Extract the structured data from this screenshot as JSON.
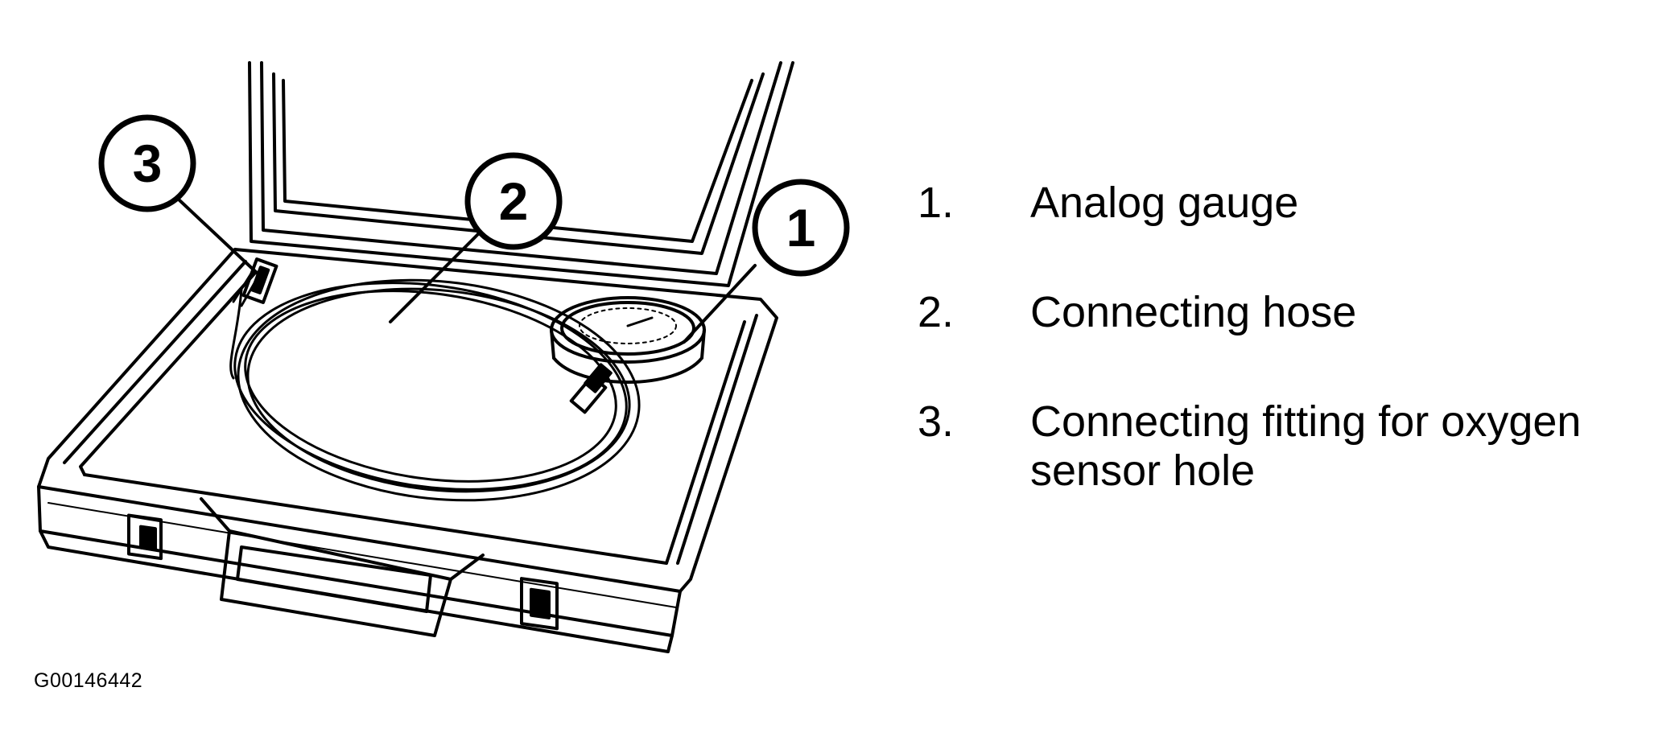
{
  "callouts": [
    {
      "number": "1",
      "target": "analog-gauge"
    },
    {
      "number": "2",
      "target": "connecting-hose"
    },
    {
      "number": "3",
      "target": "connecting-fitting"
    }
  ],
  "legend": [
    {
      "number": "1.",
      "text": "Analog gauge"
    },
    {
      "number": "2.",
      "text": "Connecting hose"
    },
    {
      "number": "3.",
      "text": "Connecting fitting for oxygen sensor hole"
    }
  ],
  "figure_id": "G00146442",
  "colors": {
    "line": "#000000",
    "background": "#ffffff"
  }
}
